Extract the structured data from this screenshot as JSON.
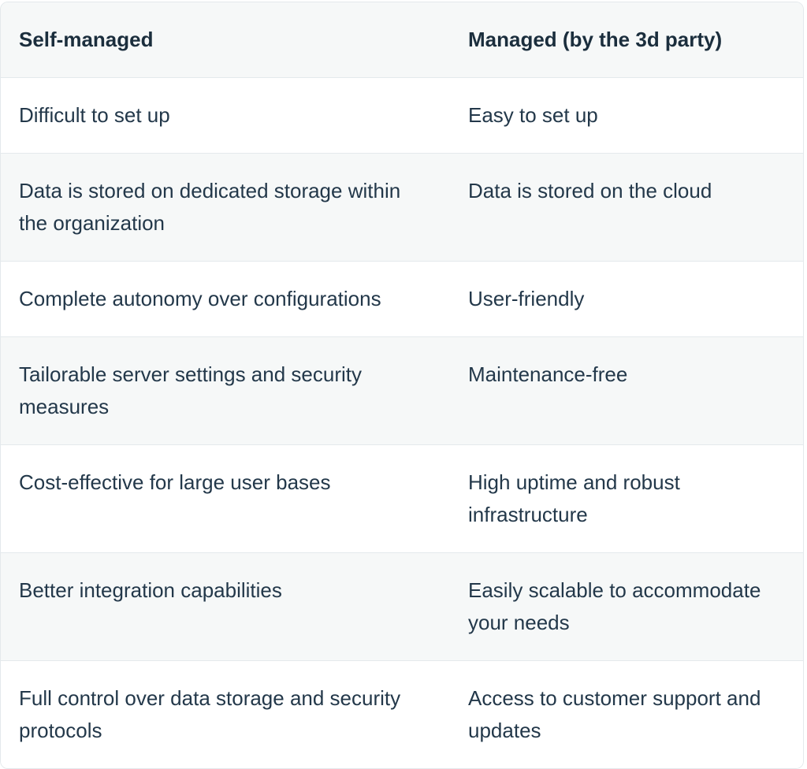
{
  "table": {
    "headers": [
      "Self-managed",
      "Managed (by the 3d party)"
    ],
    "rows": [
      [
        "Difficult to set up",
        "Easy to set up"
      ],
      [
        "Data is stored on dedicated storage within the organization",
        "Data is stored on the cloud"
      ],
      [
        "Complete autonomy over configurations",
        "User-friendly"
      ],
      [
        "Tailorable server settings and security measures",
        "Maintenance-free"
      ],
      [
        "Cost-effective for large user bases",
        "High uptime and robust infrastructure"
      ],
      [
        "Better integration capabilities",
        "Easily scalable to accommodate your needs"
      ],
      [
        "Full control over data storage and security protocols",
        "Access to customer support and updates"
      ]
    ]
  }
}
